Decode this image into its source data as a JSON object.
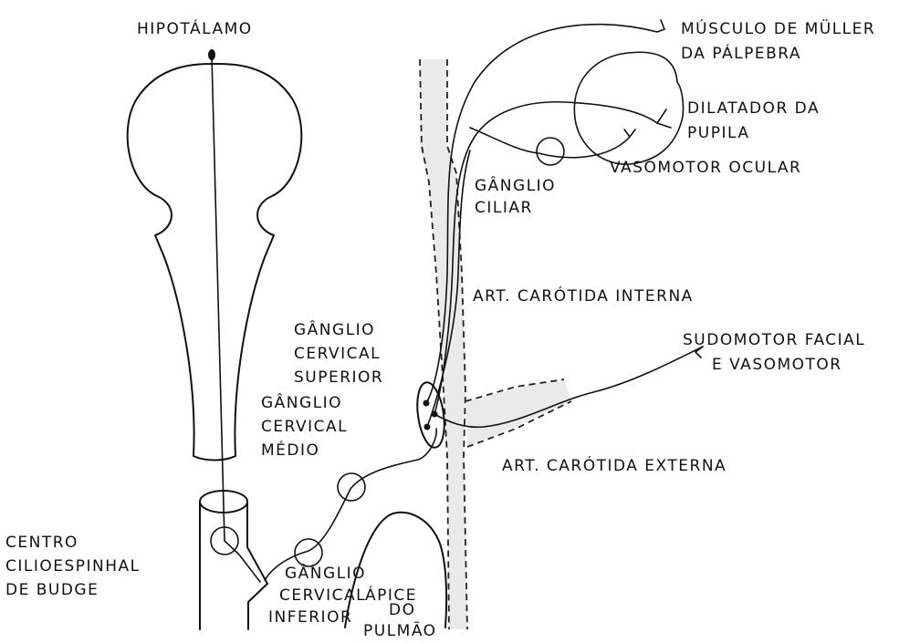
{
  "labels": {
    "hypothalamus": "HIPOTÁLAMO",
    "muller_line1": "MÚSCULO DE MÜLLER",
    "muller_line2": "DA PÁLPEBRA",
    "dilator_line1": "DILATADOR DA",
    "dilator_line2": "PUPILA",
    "vasomotor_ocular": "VASOMOTOR OCULAR",
    "ciliary_line1": "GÂNGLIO",
    "ciliary_line2": "CILIAR",
    "internal_carotid": "ART. CARÓTIDA INTERNA",
    "superior_ganglion_line1": "GÂNGLIO",
    "superior_ganglion_line2": "CERVICAL",
    "superior_ganglion_line3": "SUPERIOR",
    "sudomotor_line1": "SUDOMOTOR FACIAL",
    "sudomotor_line2": "E VASOMOTOR",
    "middle_ganglion_line1": "GÂNGLIO",
    "middle_ganglion_line2": "CERVICAL",
    "middle_ganglion_line3": "MÉDIO",
    "external_carotid": "ART. CARÓTIDA EXTERNA",
    "budge_line1": "CENTRO",
    "budge_line2": "CILIOESPINHAL",
    "budge_line3": "DE BUDGE",
    "inferior_ganglion_line1": "GÂNGLIO",
    "inferior_ganglion_line2": "CERVICAL",
    "inferior_ganglion_line3": "INFERIOR",
    "apex_line1": "ÁPICE",
    "apex_line2": "DO",
    "apex_line3": "PULMÃO"
  }
}
